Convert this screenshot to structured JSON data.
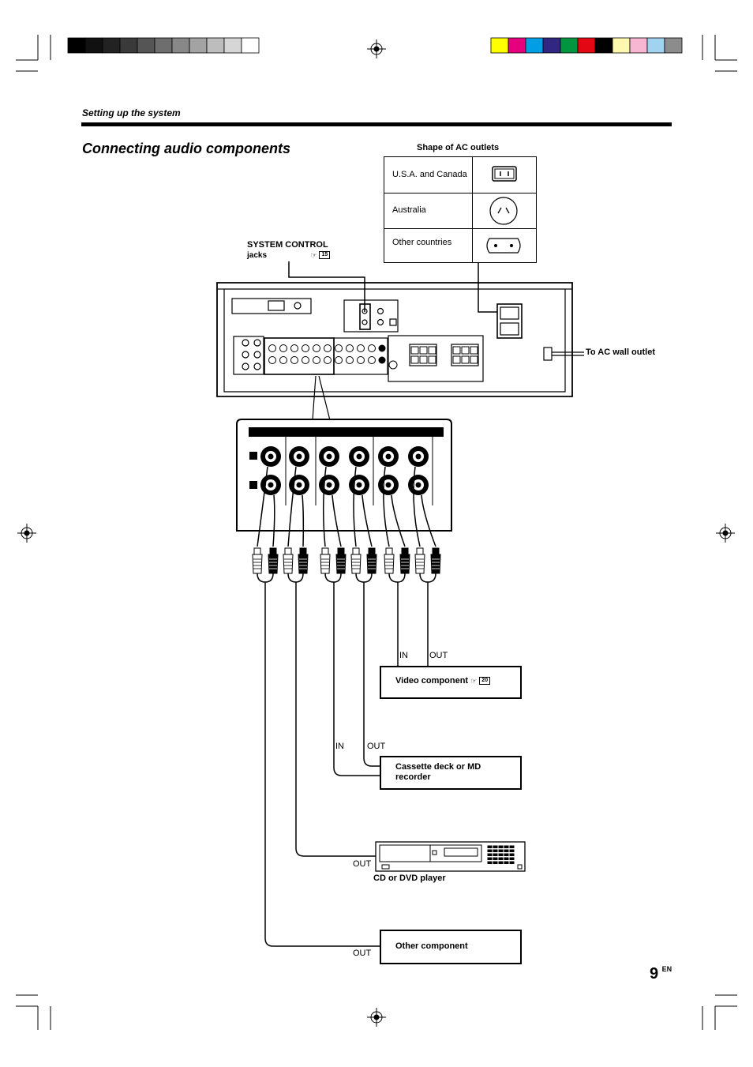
{
  "page": {
    "section": "Setting up the system",
    "title": "Connecting audio components",
    "page_number": "9",
    "lang": "EN"
  },
  "ac_outlets": {
    "heading": "Shape of AC outlets",
    "rows": [
      "U.S.A. and Canada",
      "Australia",
      "Other countries"
    ]
  },
  "system_control": {
    "label": "SYSTEM CONTROL",
    "sub": "jacks",
    "arrow": "☞",
    "ref": "15"
  },
  "ac_wall": "To AC wall outlet",
  "components": {
    "video": {
      "label": "Video component",
      "arrow": "☞",
      "ref": "20",
      "in": "IN",
      "out": "OUT"
    },
    "cassette": {
      "label": "Cassette deck or MD recorder",
      "in": "IN",
      "out": "OUT"
    },
    "cd": {
      "label": "CD or DVD player",
      "out": "OUT"
    },
    "other": {
      "label": "Other component",
      "out": "OUT"
    }
  },
  "colors": {
    "color_bar": [
      "#ffff00",
      "#e6007e",
      "#009fe3",
      "#312783",
      "#009640",
      "#e30613",
      "#000000",
      "#fff9b0",
      "#f7b6d2",
      "#9fd3f0",
      "#8c8c8c"
    ],
    "gray_bar": [
      "#000000",
      "#111111",
      "#222222",
      "#3a3a3a",
      "#555555",
      "#6e6e6e",
      "#888888",
      "#a3a3a3",
      "#bdbdbd",
      "#d6d6d6",
      "#ffffff"
    ]
  }
}
